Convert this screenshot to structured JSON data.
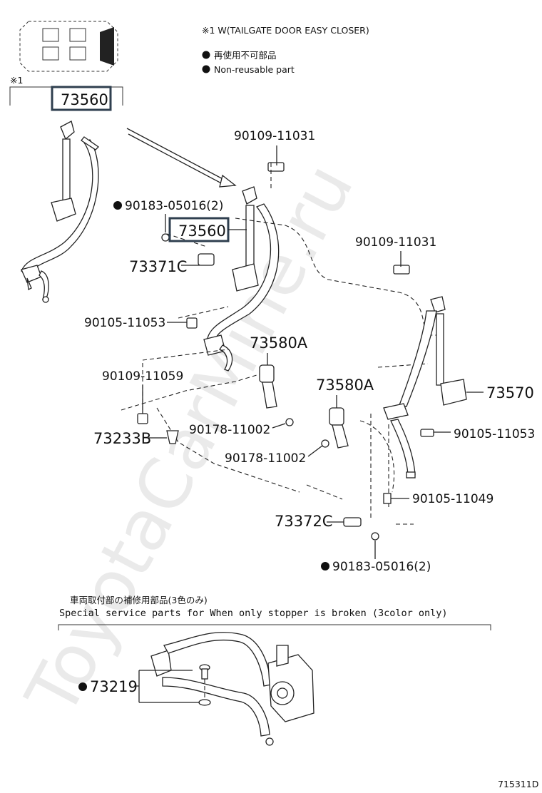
{
  "watermark": "ToyotaCarMine.ru",
  "notes": {
    "note1": "※1 W(TAILGATE DOOR EASY CLOSER)",
    "legend_jp": "再使用不可部品",
    "legend_en": "Non-reusable part",
    "ref_mark": "※1"
  },
  "parts": {
    "p73560_top": "73560",
    "p73560_mid": "73560",
    "p90109_11031_a": "90109-11031",
    "p90109_11031_b": "90109-11031",
    "p90183_05016_a": "90183-05016(2)",
    "p90183_05016_b": "90183-05016(2)",
    "p73371C": "73371C",
    "p90105_11053_a": "90105-11053",
    "p90105_11053_b": "90105-11053",
    "p73580A_a": "73580A",
    "p73580A_b": "73580A",
    "p73570": "73570",
    "p90109_11059": "90109-11059",
    "p73233B": "73233B",
    "p90178_11002_a": "90178-11002",
    "p90178_11002_b": "90178-11002",
    "p90105_11049": "90105-11049",
    "p73372C": "73372C",
    "p73219": "73219"
  },
  "special": {
    "title_jp": "車両取付部の補修用部品(3色のみ)",
    "title_en": "Special  service  parts  for  When  only  stopper  is  broken  (3color  only)"
  },
  "diagram_id": "715311D",
  "colors": {
    "highlight": "#2f3f4f",
    "watermark": "#d9d9d9"
  }
}
